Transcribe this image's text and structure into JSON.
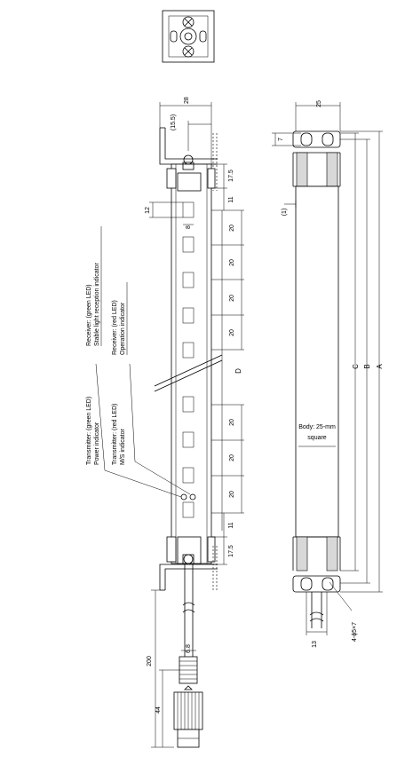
{
  "dimensions": {
    "width_28": "28",
    "dim_15_5": "(15.5)",
    "dim_17_5_top": "17.5",
    "dim_11_top": "11",
    "dim_12": "12",
    "dim_8": "8",
    "pitch_20": [
      "20",
      "20",
      "20",
      "20",
      "20",
      "20",
      "20"
    ],
    "dim_D": "D",
    "dim_11_bottom": "11",
    "dim_17_5_bottom": "17.5",
    "dim_6_8": "6.8",
    "dim_200": "200",
    "dim_44": "44",
    "width_25": "25",
    "dim_7": "7",
    "dim_1": "(1)",
    "dim_C": "C",
    "dim_B": "B",
    "dim_A": "A",
    "dim_13": "13",
    "hole_spec": "4-ϕ5×7"
  },
  "labels": {
    "body_line1": "Body: 25-mm",
    "body_line2": "square",
    "receiver_green_title": "Receiver: (green LED)",
    "receiver_green_desc": "Stable light reception indicator",
    "receiver_red_title": "Receiver: (red LED)",
    "receiver_red_desc": "Operation indicator",
    "transmitter_green_title": "Transmitter: (green LED)",
    "transmitter_green_desc": "Power indicator",
    "transmitter_red_title": "Transmitter: (red LED)",
    "transmitter_red_desc": "M/S indicator"
  }
}
